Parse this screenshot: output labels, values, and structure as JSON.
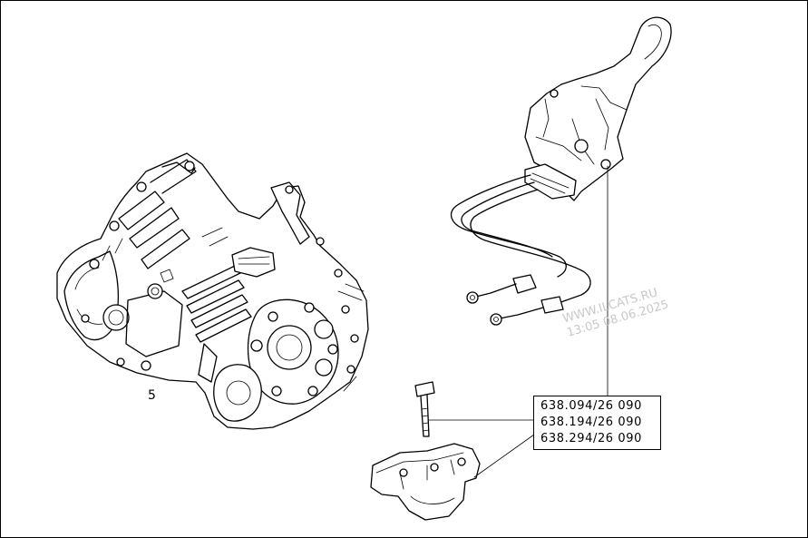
{
  "diagram": {
    "callout_label": "5",
    "part_numbers": [
      "638.094/26 090",
      "638.194/26 090",
      "638.294/26 090"
    ],
    "watermark": {
      "line1": "WWW.ILCATS.RU",
      "line2": "13:05 08.06.2025"
    }
  },
  "colors": {
    "line": "#000000",
    "background": "#ffffff",
    "watermark": "#c8c8c8"
  }
}
